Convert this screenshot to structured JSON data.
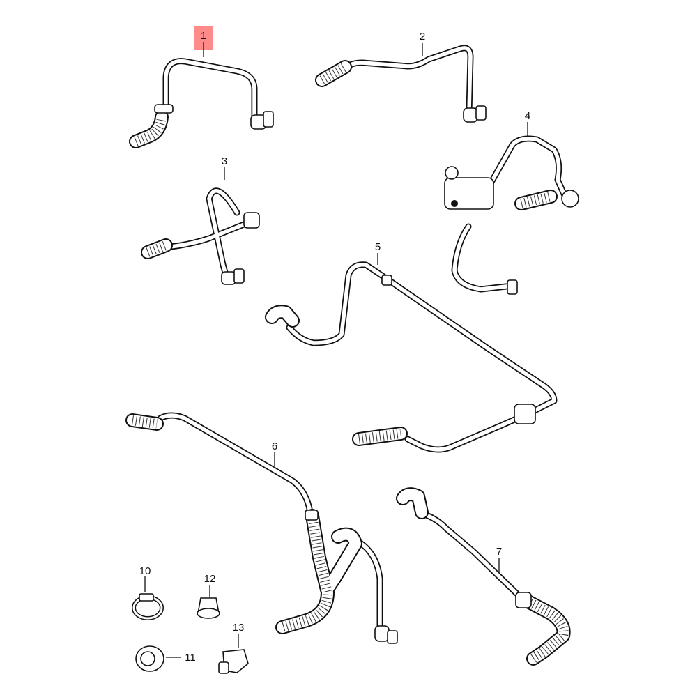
{
  "diagram": {
    "highlight_color": "#ff8a8a",
    "highlighted_part": "1",
    "labels": [
      "1",
      "2",
      "3",
      "4",
      "5",
      "6",
      "7",
      "10",
      "11",
      "12",
      "13"
    ]
  }
}
